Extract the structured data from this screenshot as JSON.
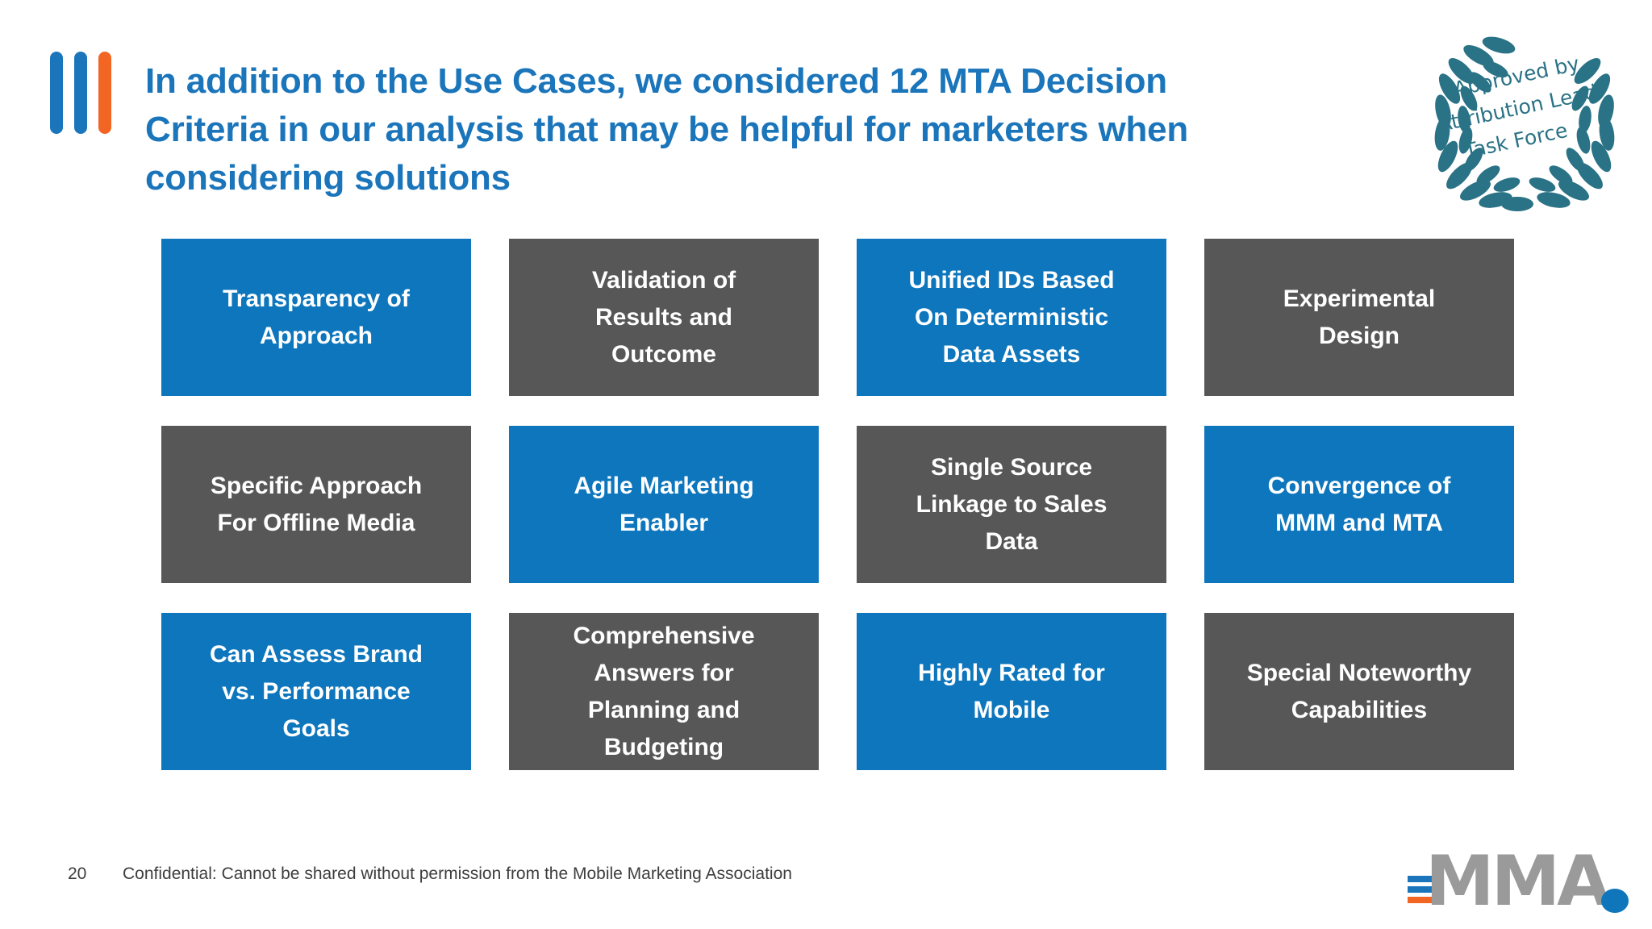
{
  "slide": {
    "title_lines": [
      "In addition to the Use Cases, we considered 12 MTA Decision",
      "Criteria in our analysis that may be helpful for marketers when",
      "considering solutions"
    ],
    "title_color": "#1B75BB"
  },
  "bullet_marker": {
    "bars": [
      {
        "name": "bar-1",
        "color": "#1B75BB"
      },
      {
        "name": "bar-2",
        "color": "#1B75BB"
      },
      {
        "name": "bar-3",
        "color": "#F26522"
      }
    ]
  },
  "badge": {
    "icon": "laurel-wreath-icon",
    "color": "#2A7285",
    "lines": [
      "Approved by",
      "Attribution Lead",
      "Task Force"
    ]
  },
  "criteria": {
    "colors": {
      "blue": "#0E76BC",
      "gray": "#575757",
      "text": "#FFFFFF"
    },
    "boxes": [
      {
        "label": "Transparency of\nApproach",
        "color": "blue"
      },
      {
        "label": "Validation of\nResults and\nOutcome",
        "color": "gray"
      },
      {
        "label": "Unified IDs Based\nOn Deterministic\nData Assets",
        "color": "blue"
      },
      {
        "label": "Experimental\nDesign",
        "color": "gray"
      },
      {
        "label": "Specific Approach\nFor Offline Media",
        "color": "gray"
      },
      {
        "label": "Agile Marketing\nEnabler",
        "color": "blue"
      },
      {
        "label": "Single Source\nLinkage to Sales\nData",
        "color": "gray"
      },
      {
        "label": "Convergence of\nMMM and MTA",
        "color": "blue"
      },
      {
        "label": "Can Assess Brand\nvs. Performance\nGoals",
        "color": "blue"
      },
      {
        "label": "Comprehensive\nAnswers for\nPlanning and\nBudgeting",
        "color": "gray"
      },
      {
        "label": "Highly Rated for\nMobile",
        "color": "blue"
      },
      {
        "label": "Special Noteworthy\nCapabilities",
        "color": "gray"
      }
    ]
  },
  "footer": {
    "page_number": "20",
    "confidential": "Confidential: Cannot be shared without permission from the Mobile Marketing Association"
  },
  "logo": {
    "text": "MMA",
    "text_color": "#9A9A9A",
    "bar_colors": [
      "#1B75BB",
      "#1B75BB",
      "#F26522"
    ],
    "dot_color": "#1076BC"
  }
}
